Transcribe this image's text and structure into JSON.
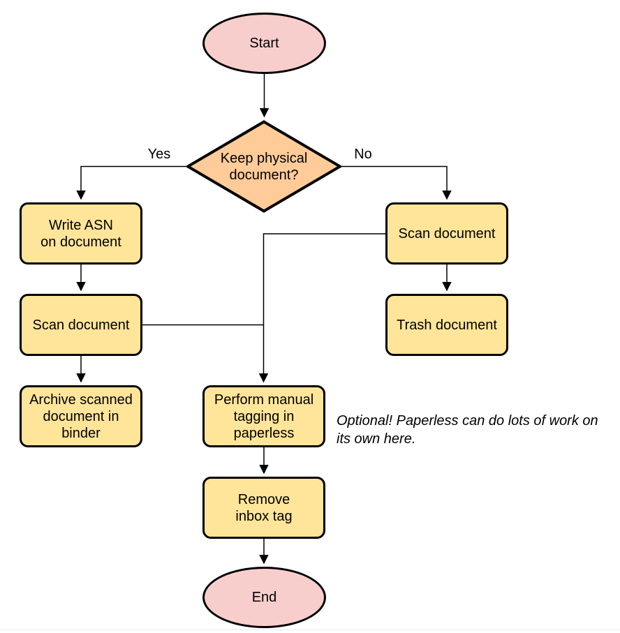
{
  "diagram": {
    "nodes": {
      "start": {
        "label": "Start",
        "shape": "ellipse"
      },
      "keep_physical": {
        "label": "Keep physical\ndocument?",
        "shape": "diamond"
      },
      "write_asn": {
        "label": "Write ASN\non document",
        "shape": "rect"
      },
      "scan_document_left": {
        "label": "Scan document",
        "shape": "rect"
      },
      "archive_binder": {
        "label": "Archive scanned\ndocument in\nbinder",
        "shape": "rect"
      },
      "scan_document_right": {
        "label": "Scan document",
        "shape": "rect"
      },
      "trash_document": {
        "label": "Trash document",
        "shape": "rect"
      },
      "manual_tagging": {
        "label": "Perform manual\ntagging in\npaperless",
        "shape": "rect"
      },
      "remove_inbox_tag": {
        "label": "Remove\ninbox tag",
        "shape": "rect"
      },
      "end": {
        "label": "End",
        "shape": "ellipse"
      }
    },
    "edge_labels": {
      "yes": "Yes",
      "no": "No"
    },
    "annotation": "Optional! Paperless can do lots of work on\nits own here.",
    "colors": {
      "terminal_fill": "#F8CECC",
      "decision_fill": "#FFCC99",
      "process_fill": "#FFE599",
      "stroke": "#000000",
      "text": "#000000"
    }
  }
}
